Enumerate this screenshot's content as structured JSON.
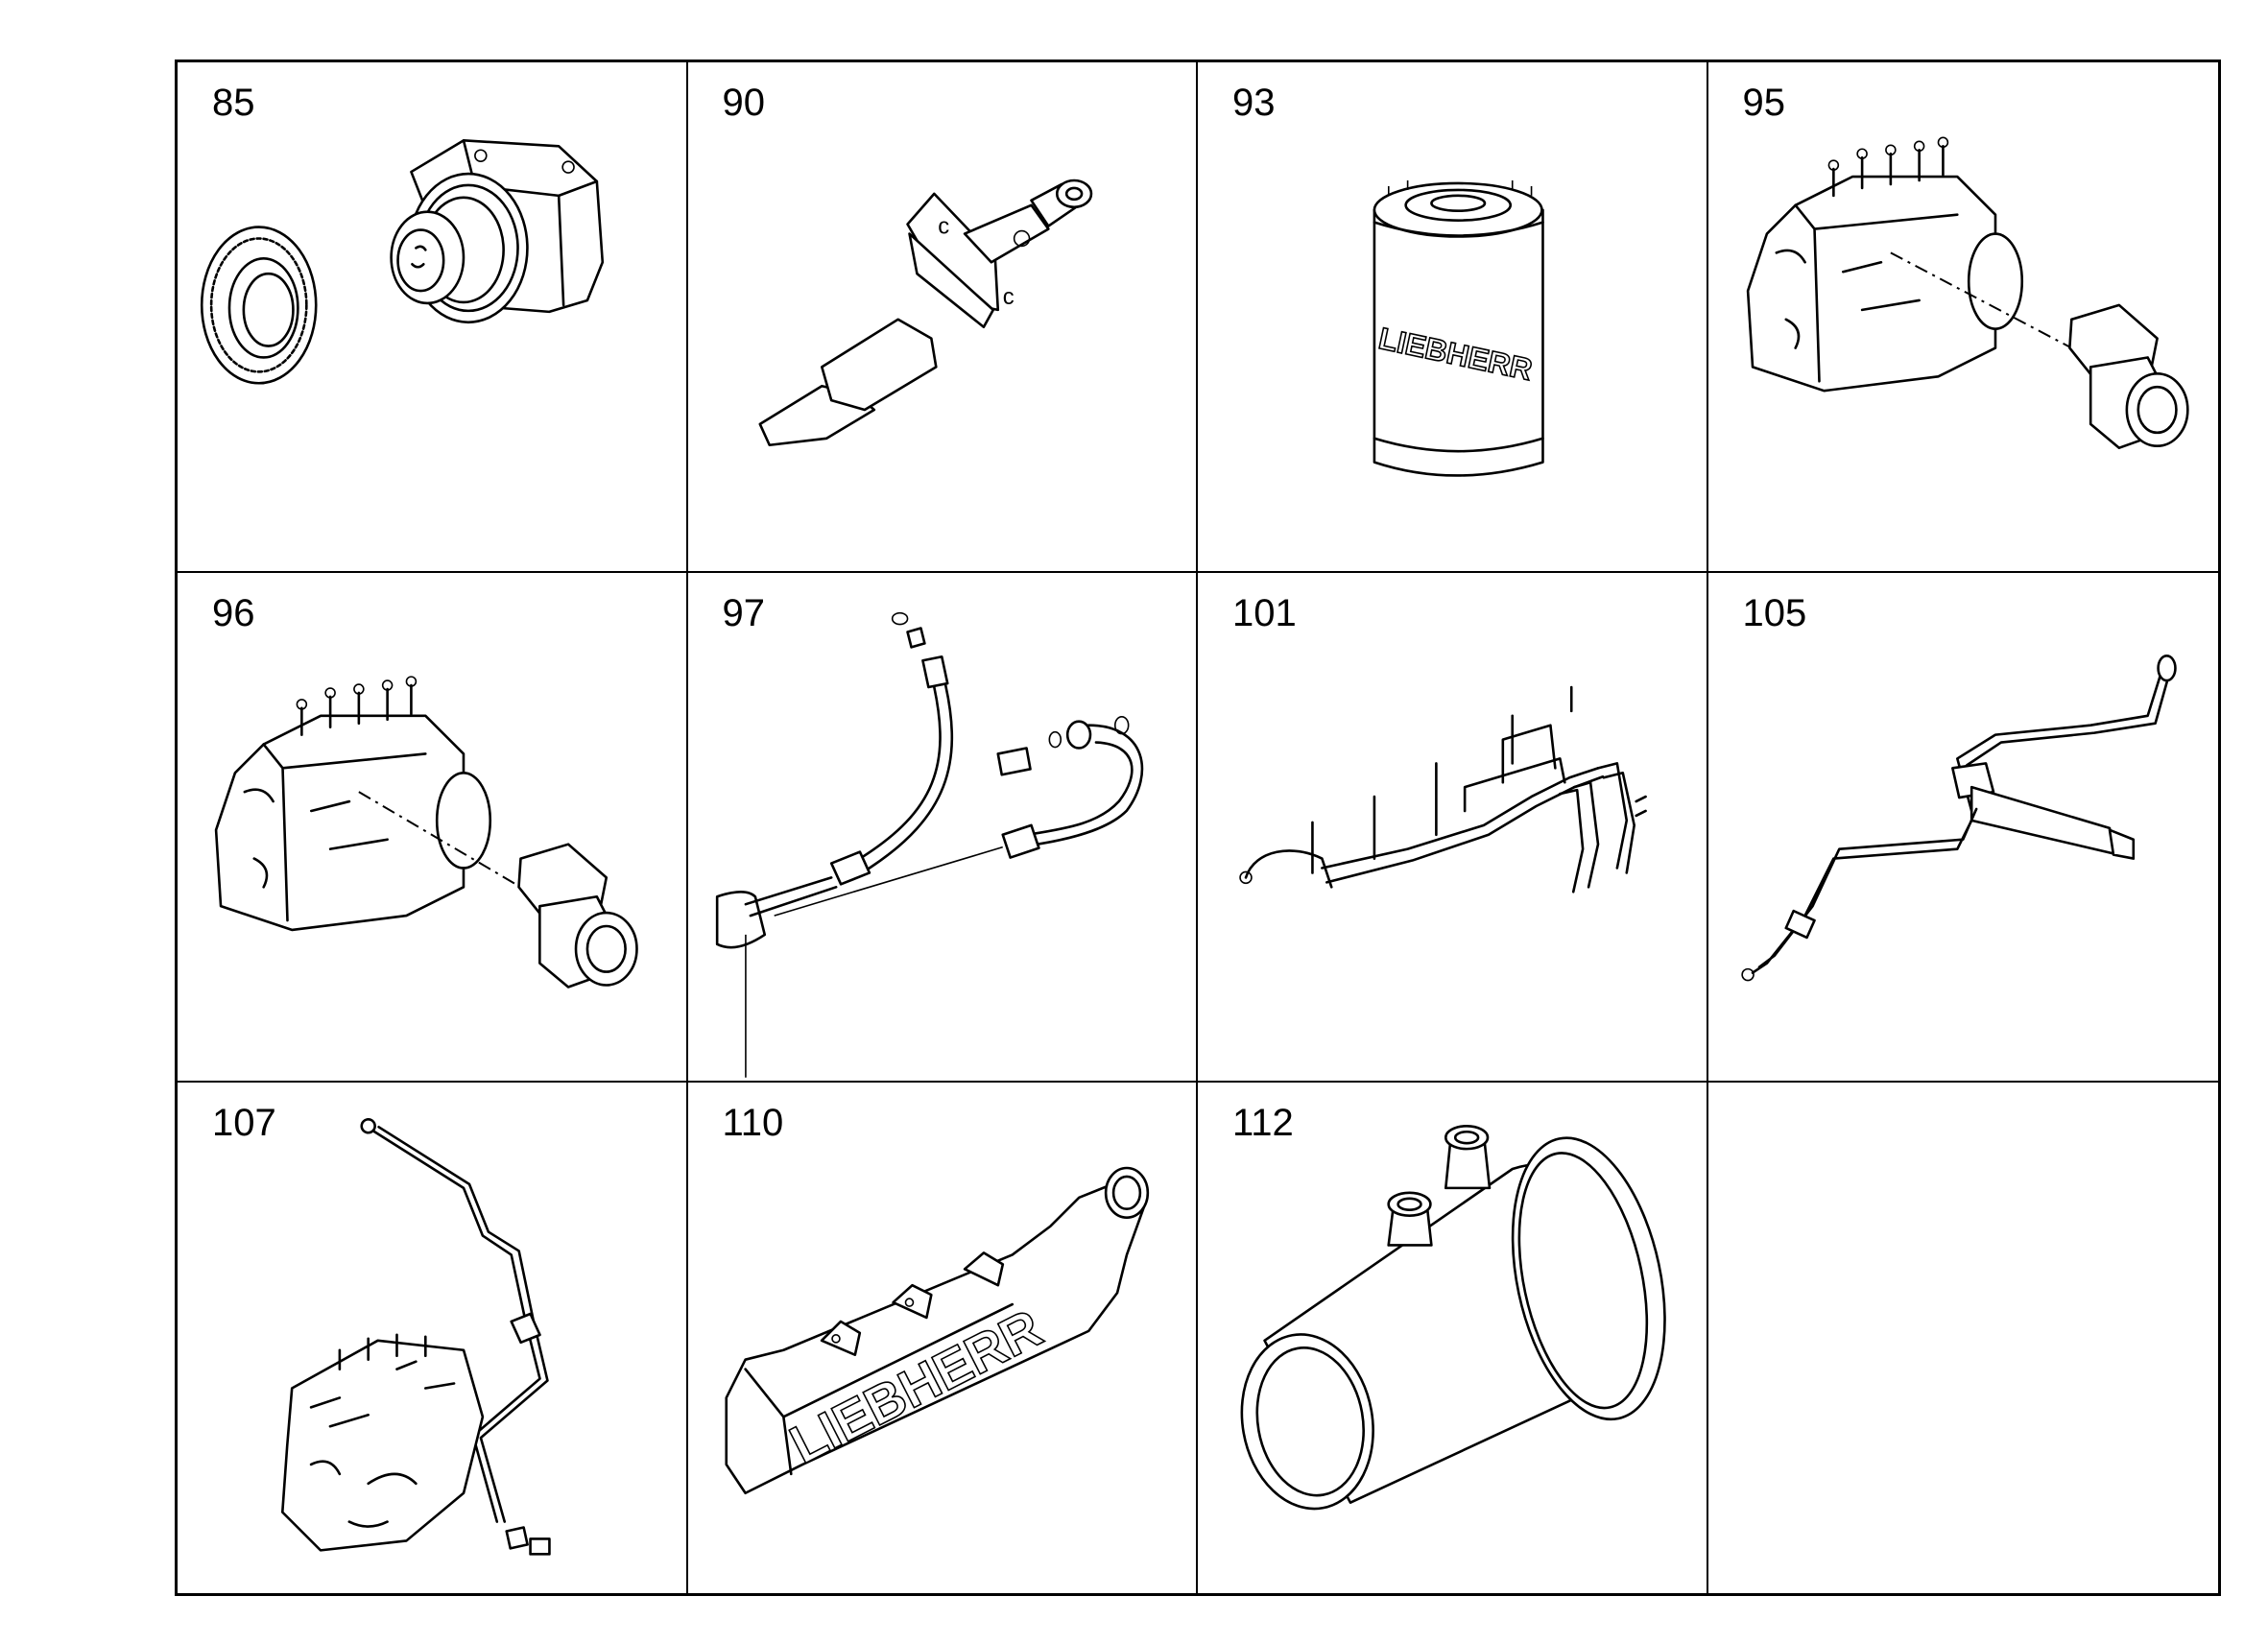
{
  "parts": [
    {
      "number": "85",
      "icon": "gear-and-pump-drive-icon"
    },
    {
      "number": "90",
      "icon": "injection-nozzle-icon"
    },
    {
      "number": "93",
      "icon": "fuel-filter-cartridge-icon",
      "brand": "LIEBHERR"
    },
    {
      "number": "95",
      "icon": "injection-pump-with-fitting-icon"
    },
    {
      "number": "96",
      "icon": "injection-pump-with-fitting-icon"
    },
    {
      "number": "97",
      "icon": "fuel-hoses-and-fittings-icon"
    },
    {
      "number": "101",
      "icon": "injection-line-set-icon"
    },
    {
      "number": "105",
      "icon": "injector-with-pipe-icon"
    },
    {
      "number": "107",
      "icon": "pump-with-pipe-icon"
    },
    {
      "number": "110",
      "icon": "intake-manifold-icon",
      "brand": "LIEBHERR"
    },
    {
      "number": "112",
      "icon": "air-pipe-connector-icon"
    },
    {
      "number": "",
      "icon": ""
    }
  ]
}
